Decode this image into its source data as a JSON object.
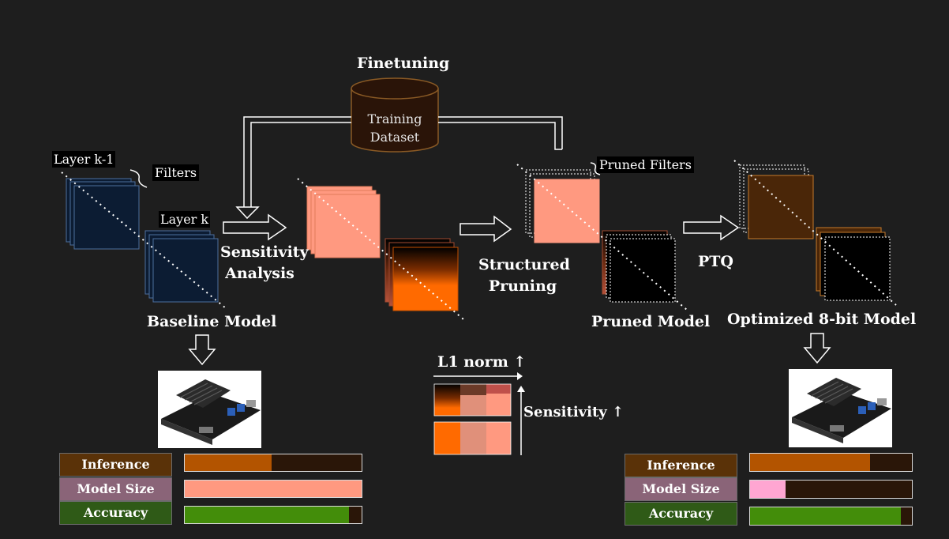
{
  "labels": {
    "finetuning": "Finetuning",
    "training_dataset": "Training\nDataset",
    "layer_k_minus_1": "Layer k-1",
    "filters": "Filters",
    "layer_k": "Layer k",
    "sensitivity_analysis": "Sensitivity\nAnalysis",
    "structured_pruning": "Structured\nPruning",
    "pruned_filters": "Pruned Filters",
    "ptq": "PTQ",
    "baseline_model": "Baseline Model",
    "pruned_model": "Pruned Model",
    "optimized_model": "Optimized 8-bit Model",
    "l1_norm": "L1 norm ↑",
    "sensitivity": "Sensitivity ↑"
  },
  "metrics_left": {
    "inference_speed": "Inference Speed",
    "model_size": "Model Size",
    "accuracy": "Accuracy",
    "inference_speed_fraction": 0.49,
    "model_size_fraction": 1.0,
    "accuracy_fraction": 0.93
  },
  "metrics_right": {
    "inference_speed": "Inference Speed",
    "model_size": "Model Size",
    "accuracy": "Accuracy",
    "inference_speed_fraction": 0.74,
    "model_size_fraction": 0.22,
    "accuracy_fraction": 0.93
  },
  "colors": {
    "background": "#1e1e1e",
    "filter_navy": "#0c1c33",
    "filter_navy_border": "#4d6f9e",
    "salmon": "#ff9980",
    "orange": "#ff6a00",
    "brown": "#4a2608",
    "speed_fill": "#b35400",
    "size_fill_left": "#ff9980",
    "size_fill_right": "#ffa6d2",
    "accuracy_fill": "#438d0a",
    "tag_speed_bg": "#5a3208",
    "tag_size_bg": "#8a6478",
    "tag_accuracy_bg": "#2f5a17"
  },
  "icons": {
    "dataset": "cylinder-database-icon",
    "device": "jetson-board-icon",
    "arrow": "block-arrow-icon"
  }
}
